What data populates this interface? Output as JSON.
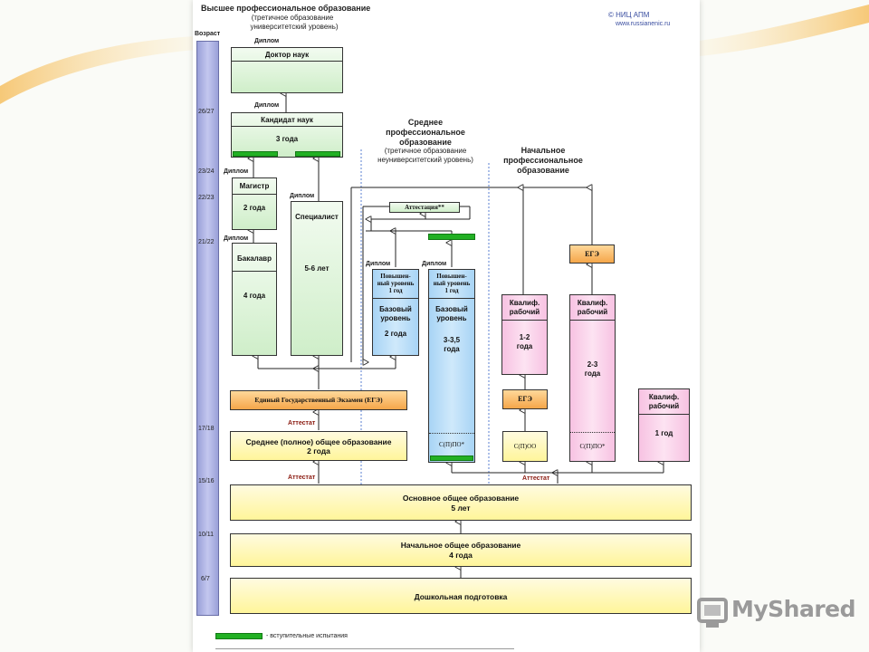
{
  "header": {
    "title": "Высшее профессиональное образование",
    "subtitle_line1": "(третичное образование",
    "subtitle_line2": "университетский уровень)",
    "copyright": "© НИЦ АПМ",
    "website": "www.russianenic.ru"
  },
  "age_axis": {
    "label": "Возраст",
    "ticks": [
      "26/27",
      "23/24",
      "22/23",
      "21/22",
      "17/18",
      "15/16",
      "10/11",
      "6/7"
    ]
  },
  "labels": {
    "diploma": "Диплом",
    "attestat": "Аттестат"
  },
  "higher": {
    "doctor": "Доктор наук",
    "candidate": "Кандидат наук",
    "candidate_years": "3 года",
    "master": "Магистр",
    "master_years": "2 года",
    "specialist": "Специалист",
    "specialist_years": "5-6 лет",
    "bachelor": "Бакалавр",
    "bachelor_years": "4 года"
  },
  "secondary_prof": {
    "title_line1": "Среднее",
    "title_line2": "профессиональное",
    "title_line3": "образование",
    "sub_line1": "(третичное образование",
    "sub_line2": "неуниверситетский уровень)",
    "attestation": "Аттестация**",
    "adv_left_l1": "Повышен-",
    "adv_left_l2": "ный уровень",
    "adv_left_l3": "1 год",
    "adv_right_l1": "Повышен-",
    "adv_right_l2": "ный уровень",
    "adv_right_l3": "1 год",
    "base_left_l1": "Базовый",
    "base_left_l2": "уровень",
    "base_left_years": "2 года",
    "base_right_l1": "Базовый",
    "base_right_l2": "уровень",
    "base_right_years_l1": "3-3,5",
    "base_right_years_l2": "года",
    "base_right_code": "С(П)ПО*"
  },
  "primary_prof": {
    "title_line1": "Начальное",
    "title_line2": "профессиональное",
    "title_line3": "образование",
    "ege_small": "ЕГЭ",
    "ege_small2": "ЕГЭ",
    "worker1_l1": "Квалиф.",
    "worker1_l2": "рабочий",
    "worker1_years_l1": "1-2",
    "worker1_years_l2": "года",
    "worker1_code": "С(П)ОО",
    "worker2_l1": "Квалиф.",
    "worker2_l2": "рабочий",
    "worker2_years_l1": "2-3",
    "worker2_years_l2": "года",
    "worker2_code": "С(П)ПО*",
    "worker3_l1": "Квалиф.",
    "worker3_l2": "рабочий",
    "worker3_years": "1 год"
  },
  "general": {
    "ege": "Единый Государственный Экзамен (ЕГЭ)",
    "secondary_full_l1": "Среднее (полное) общее образование",
    "secondary_full_l2": "2 года",
    "basic_l1": "Основное общее образование",
    "basic_l2": "5 лет",
    "primary_l1": "Начальное общее образование",
    "primary_l2": "4 года",
    "preschool": "Дошкольная подготовка"
  },
  "legend": {
    "entrance": "- вступительные испытания"
  },
  "watermark": "MyShared",
  "colors": {
    "green_bar": "#22b024",
    "higher_box": "#cfeec9",
    "general_box": "#fff59a",
    "secondary_blue": "#a8d4f5",
    "primary_pink": "#f7c2e2",
    "ege_orange": "#f5a64a",
    "age_column": "#9aa0d8"
  }
}
